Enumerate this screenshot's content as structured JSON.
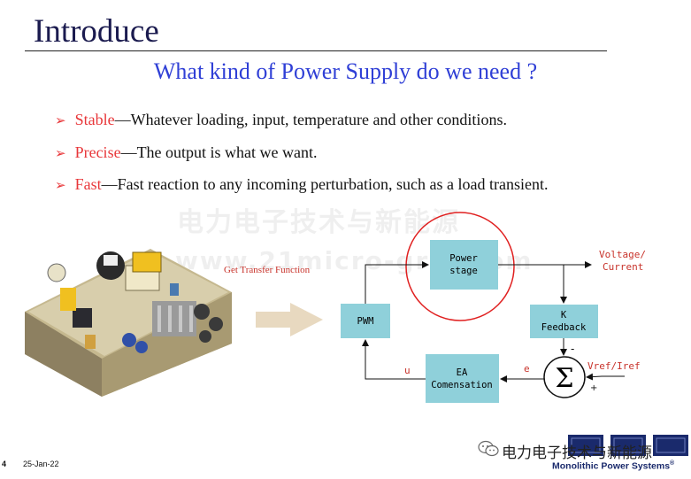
{
  "slide": {
    "title": "Introduce",
    "subtitle": "What kind of Power Supply do we need ?",
    "bullets": [
      {
        "keyword": "Stable",
        "text": "—Whatever loading, input, temperature and other conditions."
      },
      {
        "keyword": "Precise",
        "text": "—The output is what we want."
      },
      {
        "keyword": "Fast",
        "text": "—Fast reaction to any incoming perturbation, such as a load transient."
      }
    ]
  },
  "watermark": {
    "line1": "电力电子技术与新能源",
    "line2": "www.21micro-grid.com"
  },
  "diagram": {
    "get_transfer_label": "Get Transfer Function",
    "blocks": {
      "power_stage": {
        "line1": "Power",
        "line2": "stage"
      },
      "pwm": "PWM",
      "feedback": {
        "line1": "K",
        "line2": "Feedback"
      },
      "ea": {
        "line1": "EA",
        "line2": "Comensation"
      },
      "sum_symbol": "Σ"
    },
    "labels": {
      "output_line1": "Voltage/",
      "output_line2": "Current",
      "vref": "Vref/Iref",
      "minus": "-",
      "plus": "+",
      "e": "e",
      "u": "u"
    },
    "colors": {
      "block_fill": "#8fd0da",
      "highlight_circle": "#e02020",
      "arrow_fill": "#e8d9c0",
      "label_red": "#c8332b"
    }
  },
  "footer": {
    "page_number": "4",
    "date": "25-Jan-22",
    "wechat_text": "电力电子技术与新能源",
    "company": "Monolithic Power Systems",
    "registered": "®"
  }
}
